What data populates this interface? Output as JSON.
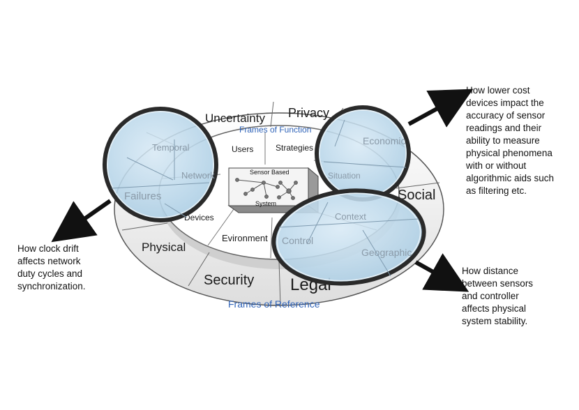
{
  "frames": {
    "function_title": "Frames of Function",
    "reference_title": "Frames of Reference"
  },
  "outer_ring": {
    "uncertainty": "Uncertainty",
    "privacy": "Privacy",
    "social": "Social",
    "legal": "Legal",
    "security": "Security",
    "physical": "Physical",
    "failures": "Failures",
    "temporal": "Temporal",
    "economic": "Economic",
    "geographic": "Geographic"
  },
  "inner_ring": {
    "users": "Users",
    "strategies": "Strategies",
    "situation": "Situation",
    "context": "Context",
    "control": "Control",
    "environment": "Evironment",
    "devices": "Devices",
    "network": "Network"
  },
  "center_box": {
    "title": "Sensor Based",
    "subtitle": "System"
  },
  "annotations": {
    "top_right": "How lower cost\ndevices impact the\naccuracy of sensor\nreadings and their\nability to measure\nphysical phenomena\nwith or without\nalgorithmic aids such\nas filtering etc.",
    "bottom_left": "How clock drift\naffects network\nduty cycles and\nsynchronization.",
    "bottom_right": "How distance\nbetween sensors\nand controller\naffects physical\nsystem stability."
  },
  "colors": {
    "lens_fill": "#bcd8ea",
    "lens_rim": "#2a2a2a",
    "accent_blue": "#2f63b8",
    "arrow": "#111111"
  }
}
